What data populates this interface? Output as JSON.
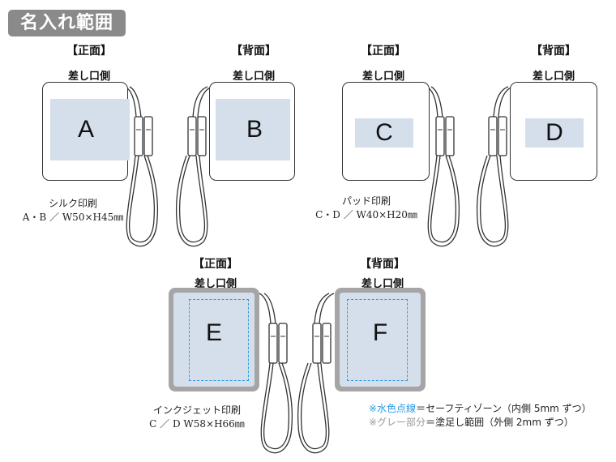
{
  "title": "名入れ範囲",
  "labels": {
    "front": "【正面】",
    "back": "【背面】",
    "port_side": "差し口側"
  },
  "panels": [
    {
      "letter": "A"
    },
    {
      "letter": "B"
    },
    {
      "letter": "C"
    },
    {
      "letter": "D"
    },
    {
      "letter": "E"
    },
    {
      "letter": "F"
    }
  ],
  "notes": {
    "silk_title": "シルク印刷",
    "silk_size": "A・B ／ W50×H45㎜",
    "pad_title": "パッド印刷",
    "pad_size": "C・D ／ W40×H20㎜",
    "inkjet_title": "インクジェット印刷",
    "inkjet_size": "C ／ D W58×H66㎜"
  },
  "legend": {
    "safe_marker": "※水色点線",
    "safe_text": "＝セーフティゾーン（内側 5mm ずつ）",
    "bleed_marker": "※グレー部分",
    "bleed_text": "＝塗足し範囲（外側 2mm ずつ）"
  },
  "colors": {
    "print_area": "#d5dfeb",
    "bleed": "#a5a5a5",
    "safe_zone": "#2f9be3",
    "title_bg": "#8a8a8a"
  }
}
